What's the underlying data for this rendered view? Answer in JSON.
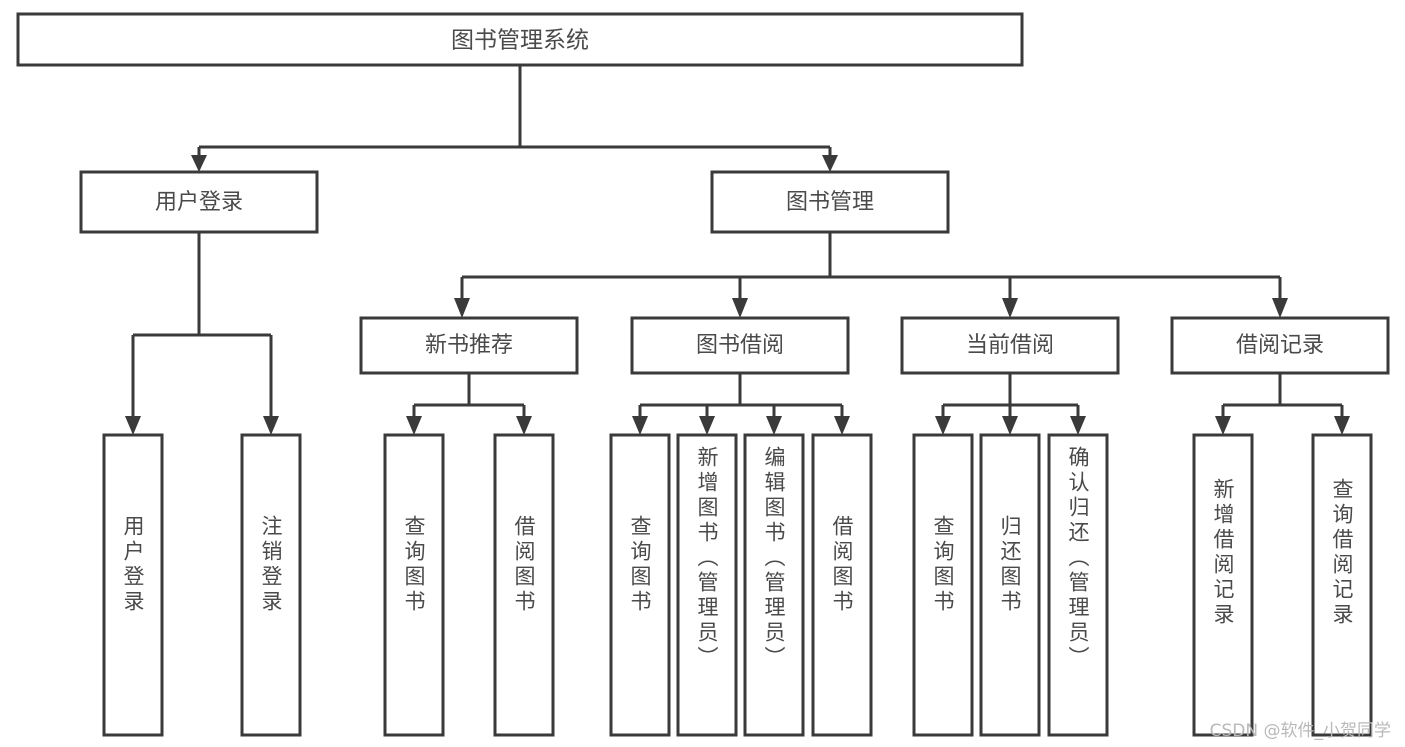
{
  "diagram": {
    "title": "图书管理系统",
    "type": "tree",
    "watermark": "CSDN @软件_小贺同学",
    "colors": {
      "background": "#ffffff",
      "box_stroke": "#3a3a3a",
      "box_fill": "#ffffff",
      "text": "#4a4a4a",
      "watermark": "#b9b9b9"
    },
    "root": {
      "label": "图书管理系统"
    },
    "level2": [
      {
        "label": "用户登录"
      },
      {
        "label": "图书管理"
      }
    ],
    "level3": [
      {
        "label": "新书推荐"
      },
      {
        "label": "图书借阅"
      },
      {
        "label": "当前借阅"
      },
      {
        "label": "借阅记录"
      }
    ],
    "leaves": {
      "user_login": [
        {
          "label": "用户登录"
        },
        {
          "label": "注销登录"
        }
      ],
      "new_book": [
        {
          "label": "查询图书"
        },
        {
          "label": "借阅图书"
        }
      ],
      "book_borrow": [
        {
          "label": "查询图书"
        },
        {
          "label": "新增图书（管理员）"
        },
        {
          "label": "编辑图书（管理员）"
        },
        {
          "label": "借阅图书"
        }
      ],
      "current_borrow": [
        {
          "label": "查询图书"
        },
        {
          "label": "归还图书"
        },
        {
          "label": "确认归还（管理员）"
        }
      ],
      "borrow_record": [
        {
          "label": "新增借阅记录"
        },
        {
          "label": "查询借阅记录"
        }
      ]
    }
  }
}
